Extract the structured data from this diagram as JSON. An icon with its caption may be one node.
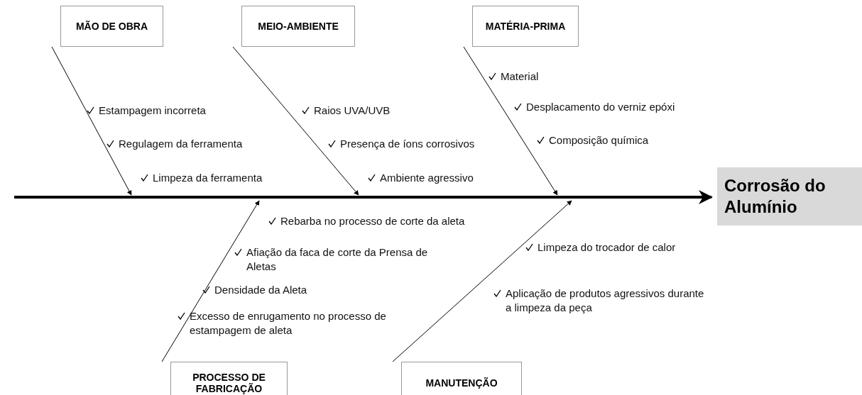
{
  "diagram": {
    "nodes": [
      {
        "text": [
          "MÃO DE OBRA"
        ]
      },
      {
        "text": [
          "MEIO-AMBIENTE"
        ]
      },
      {
        "text": [
          "MATÉRIA-PRIMA"
        ]
      },
      {
        "text": [
          "Corrosão do Alumínio"
        ]
      },
      {
        "text": [
          "PROCESSO DE FABRICAÇÃO"
        ]
      },
      {
        "text": [
          "MANUTENÇÃO"
        ]
      }
    ],
    "edges": [
      {
        "from": null,
        "to": 3,
        "arrow": "to",
        "style": "thick"
      },
      {
        "from": 0,
        "to": null,
        "arrow": "to"
      },
      {
        "from": 1,
        "to": null,
        "arrow": "to"
      },
      {
        "from": 2,
        "to": null,
        "arrow": "to"
      },
      {
        "from": 4,
        "to": null,
        "arrow": "to"
      },
      {
        "from": 5,
        "to": null,
        "arrow": "to"
      }
    ],
    "labels": [
      "Material",
      "Desplacamento do verniz epóxi",
      "Estampagem incorreta",
      "Raios UVA/UVB",
      "Composição química",
      "Regulagem da ferramenta",
      "Presença de íons corrosivos",
      "Limpeza da ferramenta",
      "Ambiente agressivo",
      "Rebarba no processo de corte da aleta",
      "Afiação da faca de corte da Prensa de Aletas",
      "Limpeza do trocador de calor",
      "Densidade da Aleta",
      "Aplicação de produtos agressivos durante a limpeza da peça",
      "Excesso de enrugamento no processo de estampagem de aleta"
    ]
  }
}
